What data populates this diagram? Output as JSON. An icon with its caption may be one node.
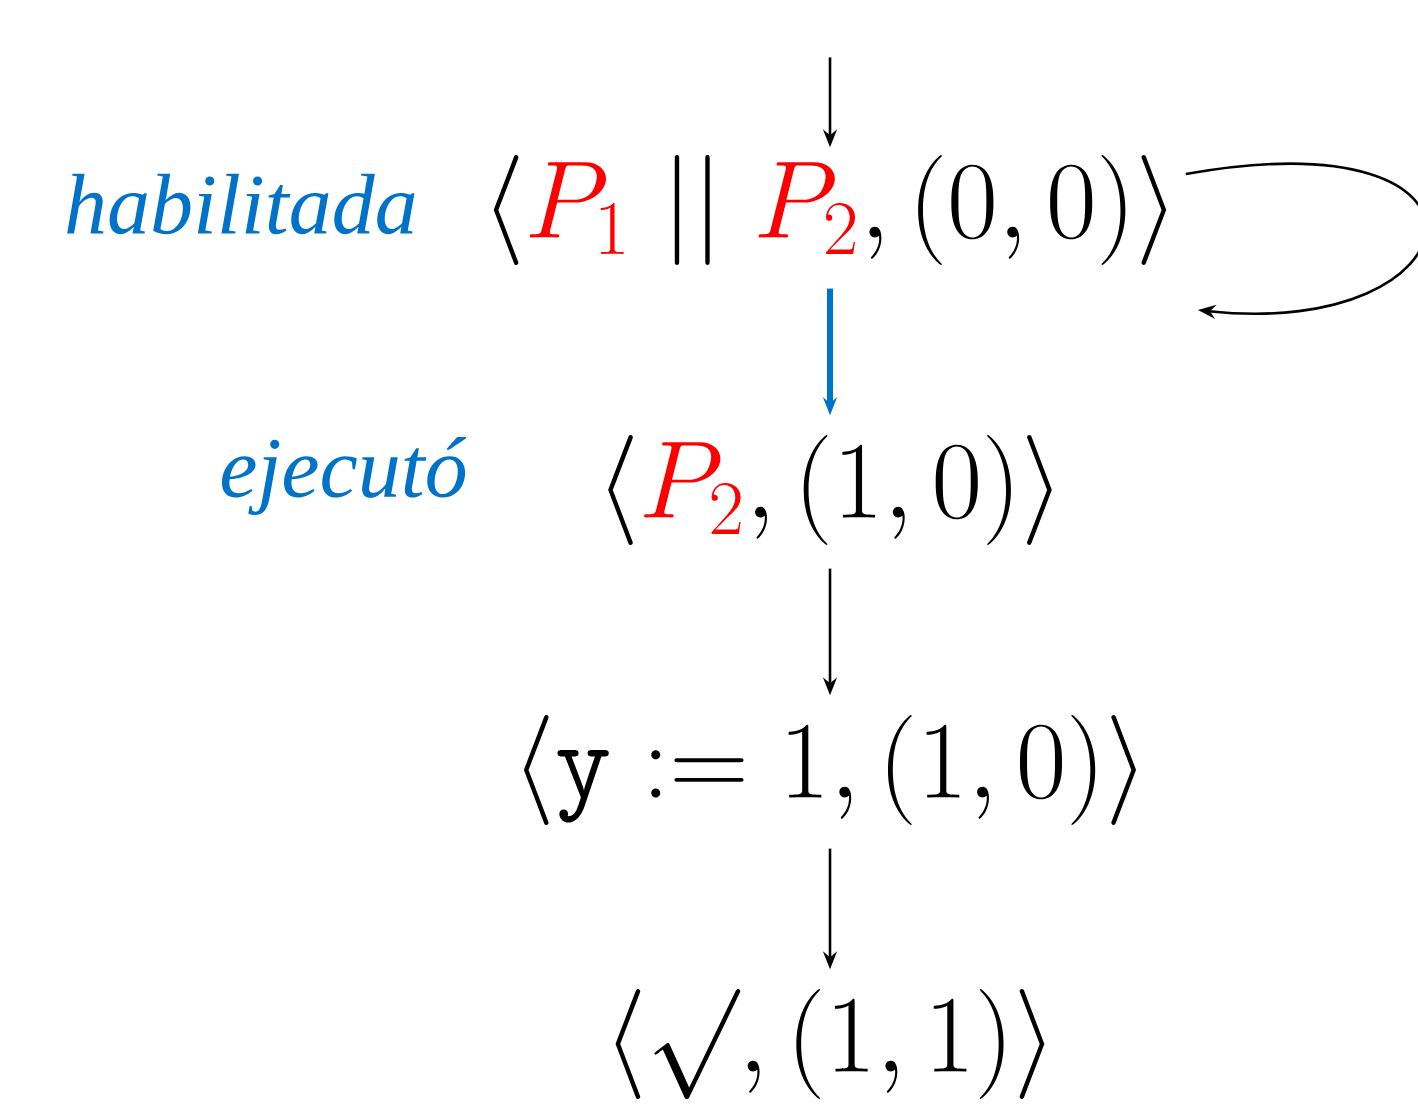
{
  "diagram": {
    "nodes": [
      {
        "text": [
          "\\langle {\\color{red}P_1} \\mathrel{||} {\\color{red}P_2}, (0,0)\\rangle"
        ],
        "beside": [
          "habilitada"
        ]
      },
      {
        "text": [
          "\\langle {\\color{red}P_2}, (1,0)\\rangle"
        ],
        "beside": [
          "ejecutó"
        ]
      },
      {
        "text": [
          "\\langle \\mathtt{y} \\mathrel{\\mathtt{:=}} 1, (1,0)\\rangle"
        ]
      },
      {
        "text": [
          "\\langle \\surd, (1,1)\\rangle"
        ]
      }
    ],
    "edges": [
      {
        "from": null,
        "to": 0,
        "arrow": "to"
      },
      {
        "from": 0,
        "to": 0,
        "arrow": "to"
      },
      {
        "from": 0,
        "to": 1,
        "arrow": "to",
        "style": "thick",
        "color": "#0073c8"
      },
      {
        "from": 1,
        "to": 2,
        "arrow": "to"
      },
      {
        "from": 2,
        "to": 3,
        "arrow": "to"
      }
    ]
  }
}
